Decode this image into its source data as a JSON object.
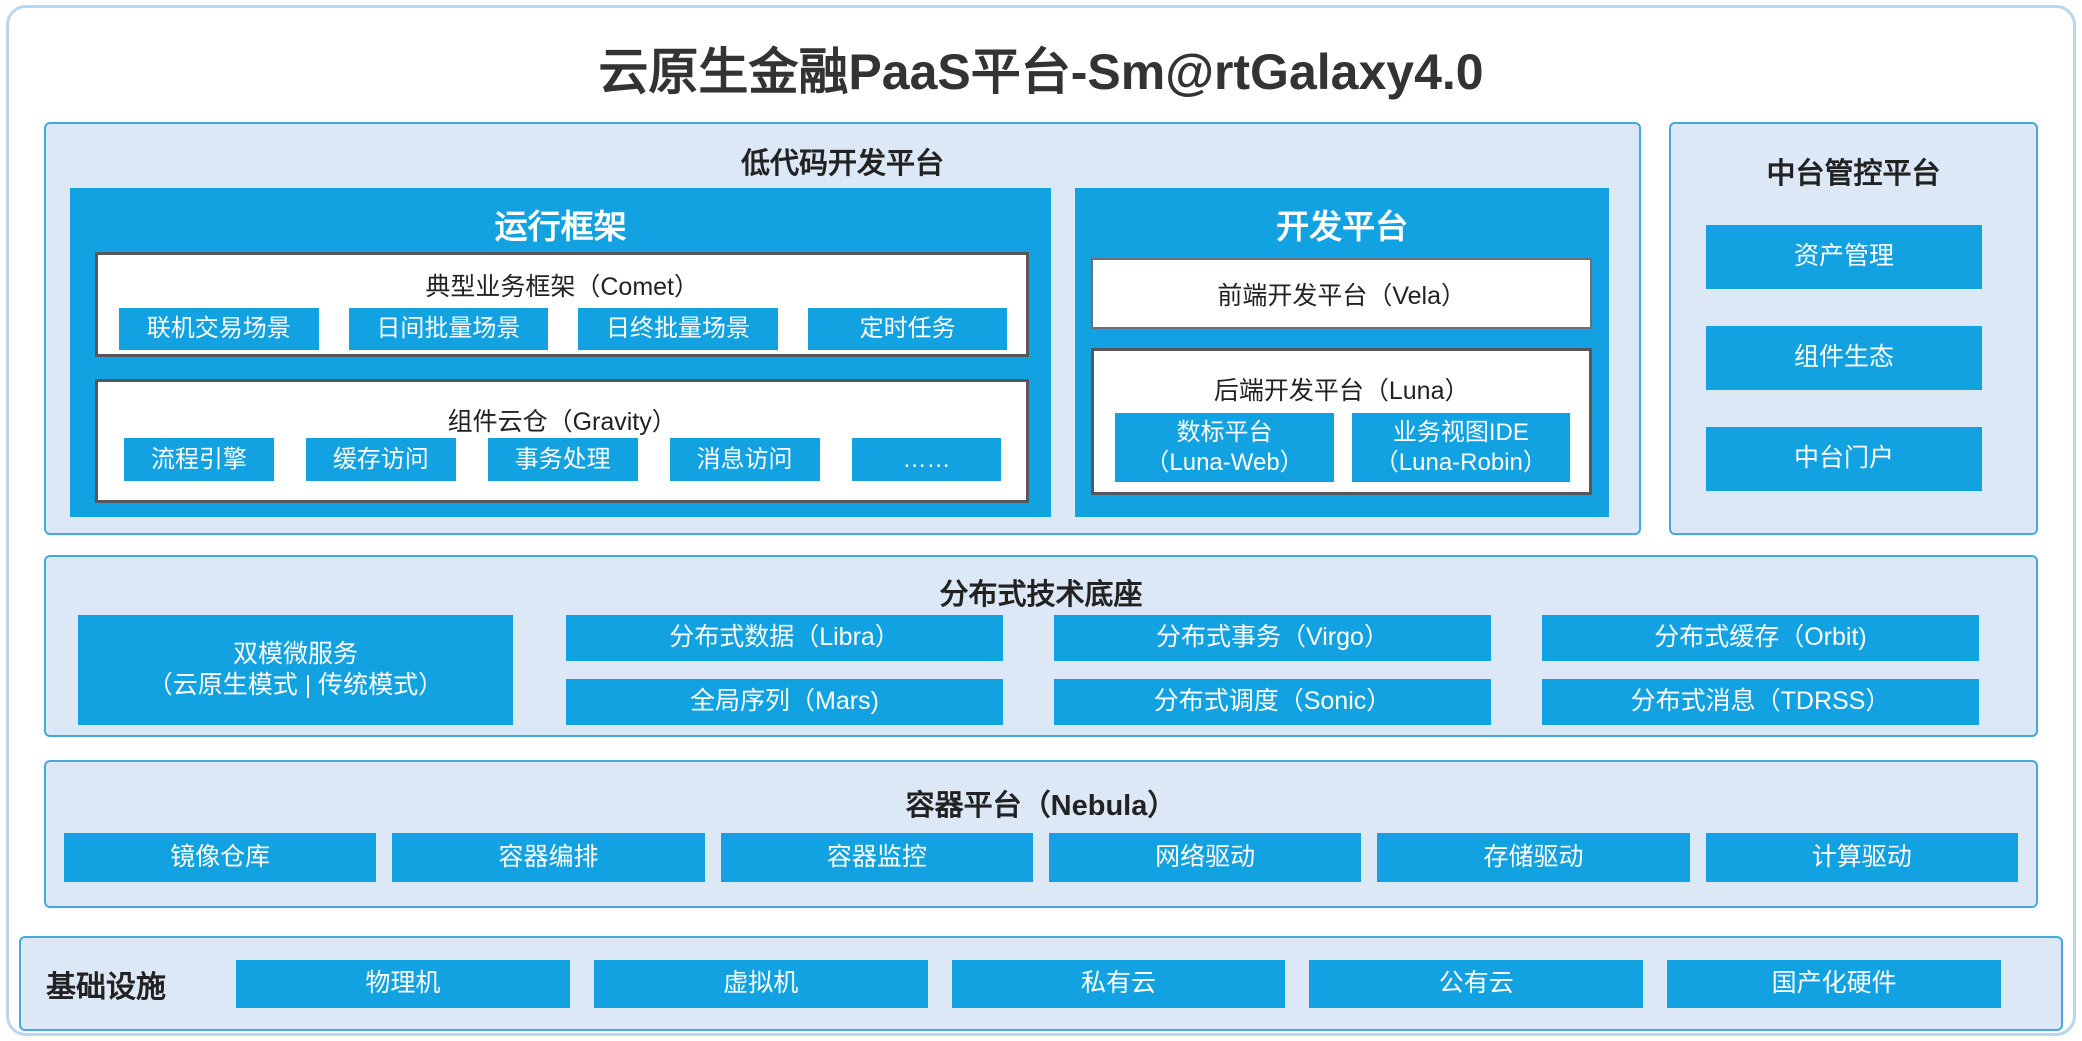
{
  "title": "云原生金融PaaS平台-Sm@rtGalaxy4.0",
  "colors": {
    "accent_blue": "#12a2e2",
    "panel_bg": "#dce8f5",
    "panel_border": "#45a9dd",
    "box_border_dark": "#55575a"
  },
  "lowcode": {
    "title": "低代码开发平台",
    "runtime": {
      "title": "运行框架",
      "comet": {
        "title": "典型业务框架（Comet）",
        "items": [
          "联机交易场景",
          "日间批量场景",
          "日终批量场景",
          "定时任务"
        ]
      },
      "gravity": {
        "title": "组件云仓（Gravity）",
        "items": [
          "流程引擎",
          "缓存访问",
          "事务处理",
          "消息访问",
          "……"
        ]
      }
    },
    "dev": {
      "title": "开发平台",
      "vela_title": "前端开发平台（Vela）",
      "luna": {
        "title": "后端开发平台（Luna）",
        "items": [
          {
            "line1": "数标平台",
            "line2": "（Luna-Web）"
          },
          {
            "line1": "业务视图IDE",
            "line2": "（Luna-Robin）"
          }
        ]
      }
    }
  },
  "mid_platform": {
    "title": "中台管控平台",
    "items": [
      "资产管理",
      "组件生态",
      "中台门户"
    ]
  },
  "distributed": {
    "title": "分布式技术底座",
    "dual_mode": {
      "line1": "双模微服务",
      "line2": "（云原生模式 | 传统模式）"
    },
    "row1": [
      "分布式数据（Libra）",
      "分布式事务（Virgo）",
      "分布式缓存（Orbit)"
    ],
    "row2": [
      "全局序列（Mars)",
      "分布式调度（Sonic）",
      "分布式消息（TDRSS）"
    ]
  },
  "container_platform": {
    "title": "容器平台（Nebula）",
    "items": [
      "镜像仓库",
      "容器编排",
      "容器监控",
      "网络驱动",
      "存储驱动",
      "计算驱动"
    ]
  },
  "infrastructure": {
    "title": "基础设施",
    "items": [
      "物理机",
      "虚拟机",
      "私有云",
      "公有云",
      "国产化硬件"
    ]
  }
}
